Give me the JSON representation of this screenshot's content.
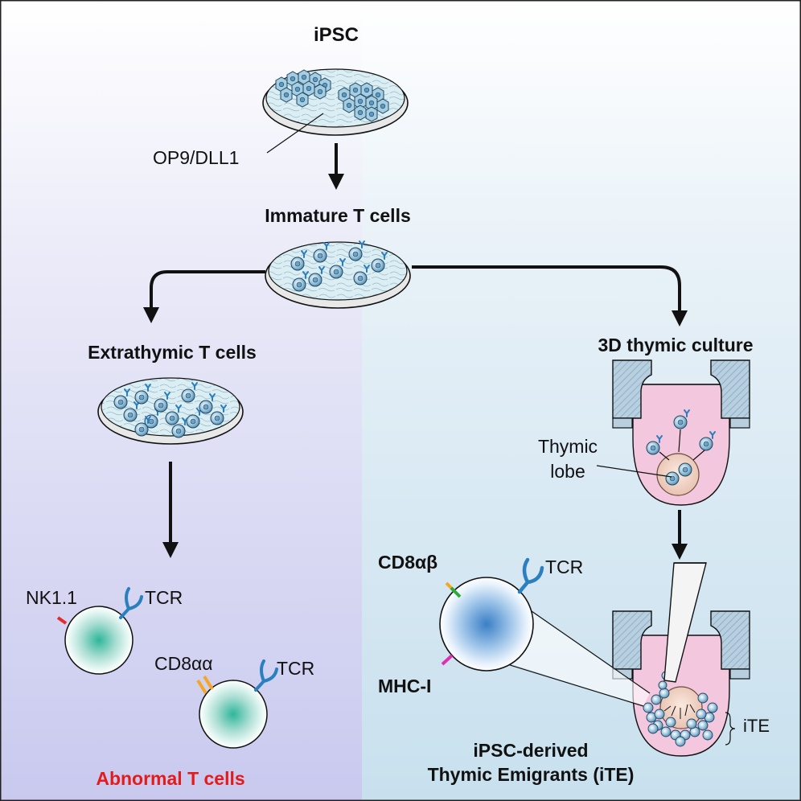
{
  "labels": {
    "ipsc": "iPSC",
    "op9": "OP9/DLL1",
    "immature": "Immature T cells",
    "extrathymic": "Extrathymic T cells",
    "thymic_culture": "3D thymic culture",
    "thymic_lobe": "Thymic\nlobe",
    "nk11": "NK1.1",
    "tcr": "TCR",
    "cd8aa": "CD8αα",
    "cd8ab": "CD8αβ",
    "mhc1": "MHC-I",
    "ite": "iTE",
    "abnormal": "Abnormal T cells",
    "ipsc_derived": "iPSC-derived",
    "thymic_emigrants": "Thymic Emigrants (iTE)"
  },
  "colors": {
    "abnormal_text": "#e41b1b",
    "nk11_marker": "#e22b2b",
    "cd8_marker": "#f5a623",
    "cd8b_marker": "#2bab3c",
    "mhc_marker": "#e12fb4",
    "tcr": "#2a7fbf",
    "left_panel": "#cfd0f0",
    "right_panel": "#cfe4f0",
    "dish": "#d3e6ec",
    "medium_pink": "#f3c8de",
    "hatched_block": "#b7cfdf"
  },
  "icons": [
    "petri-dish-icon",
    "t-cell-icon",
    "thymic-culture-well-icon",
    "pipette-icon",
    "arrow-icon"
  ]
}
